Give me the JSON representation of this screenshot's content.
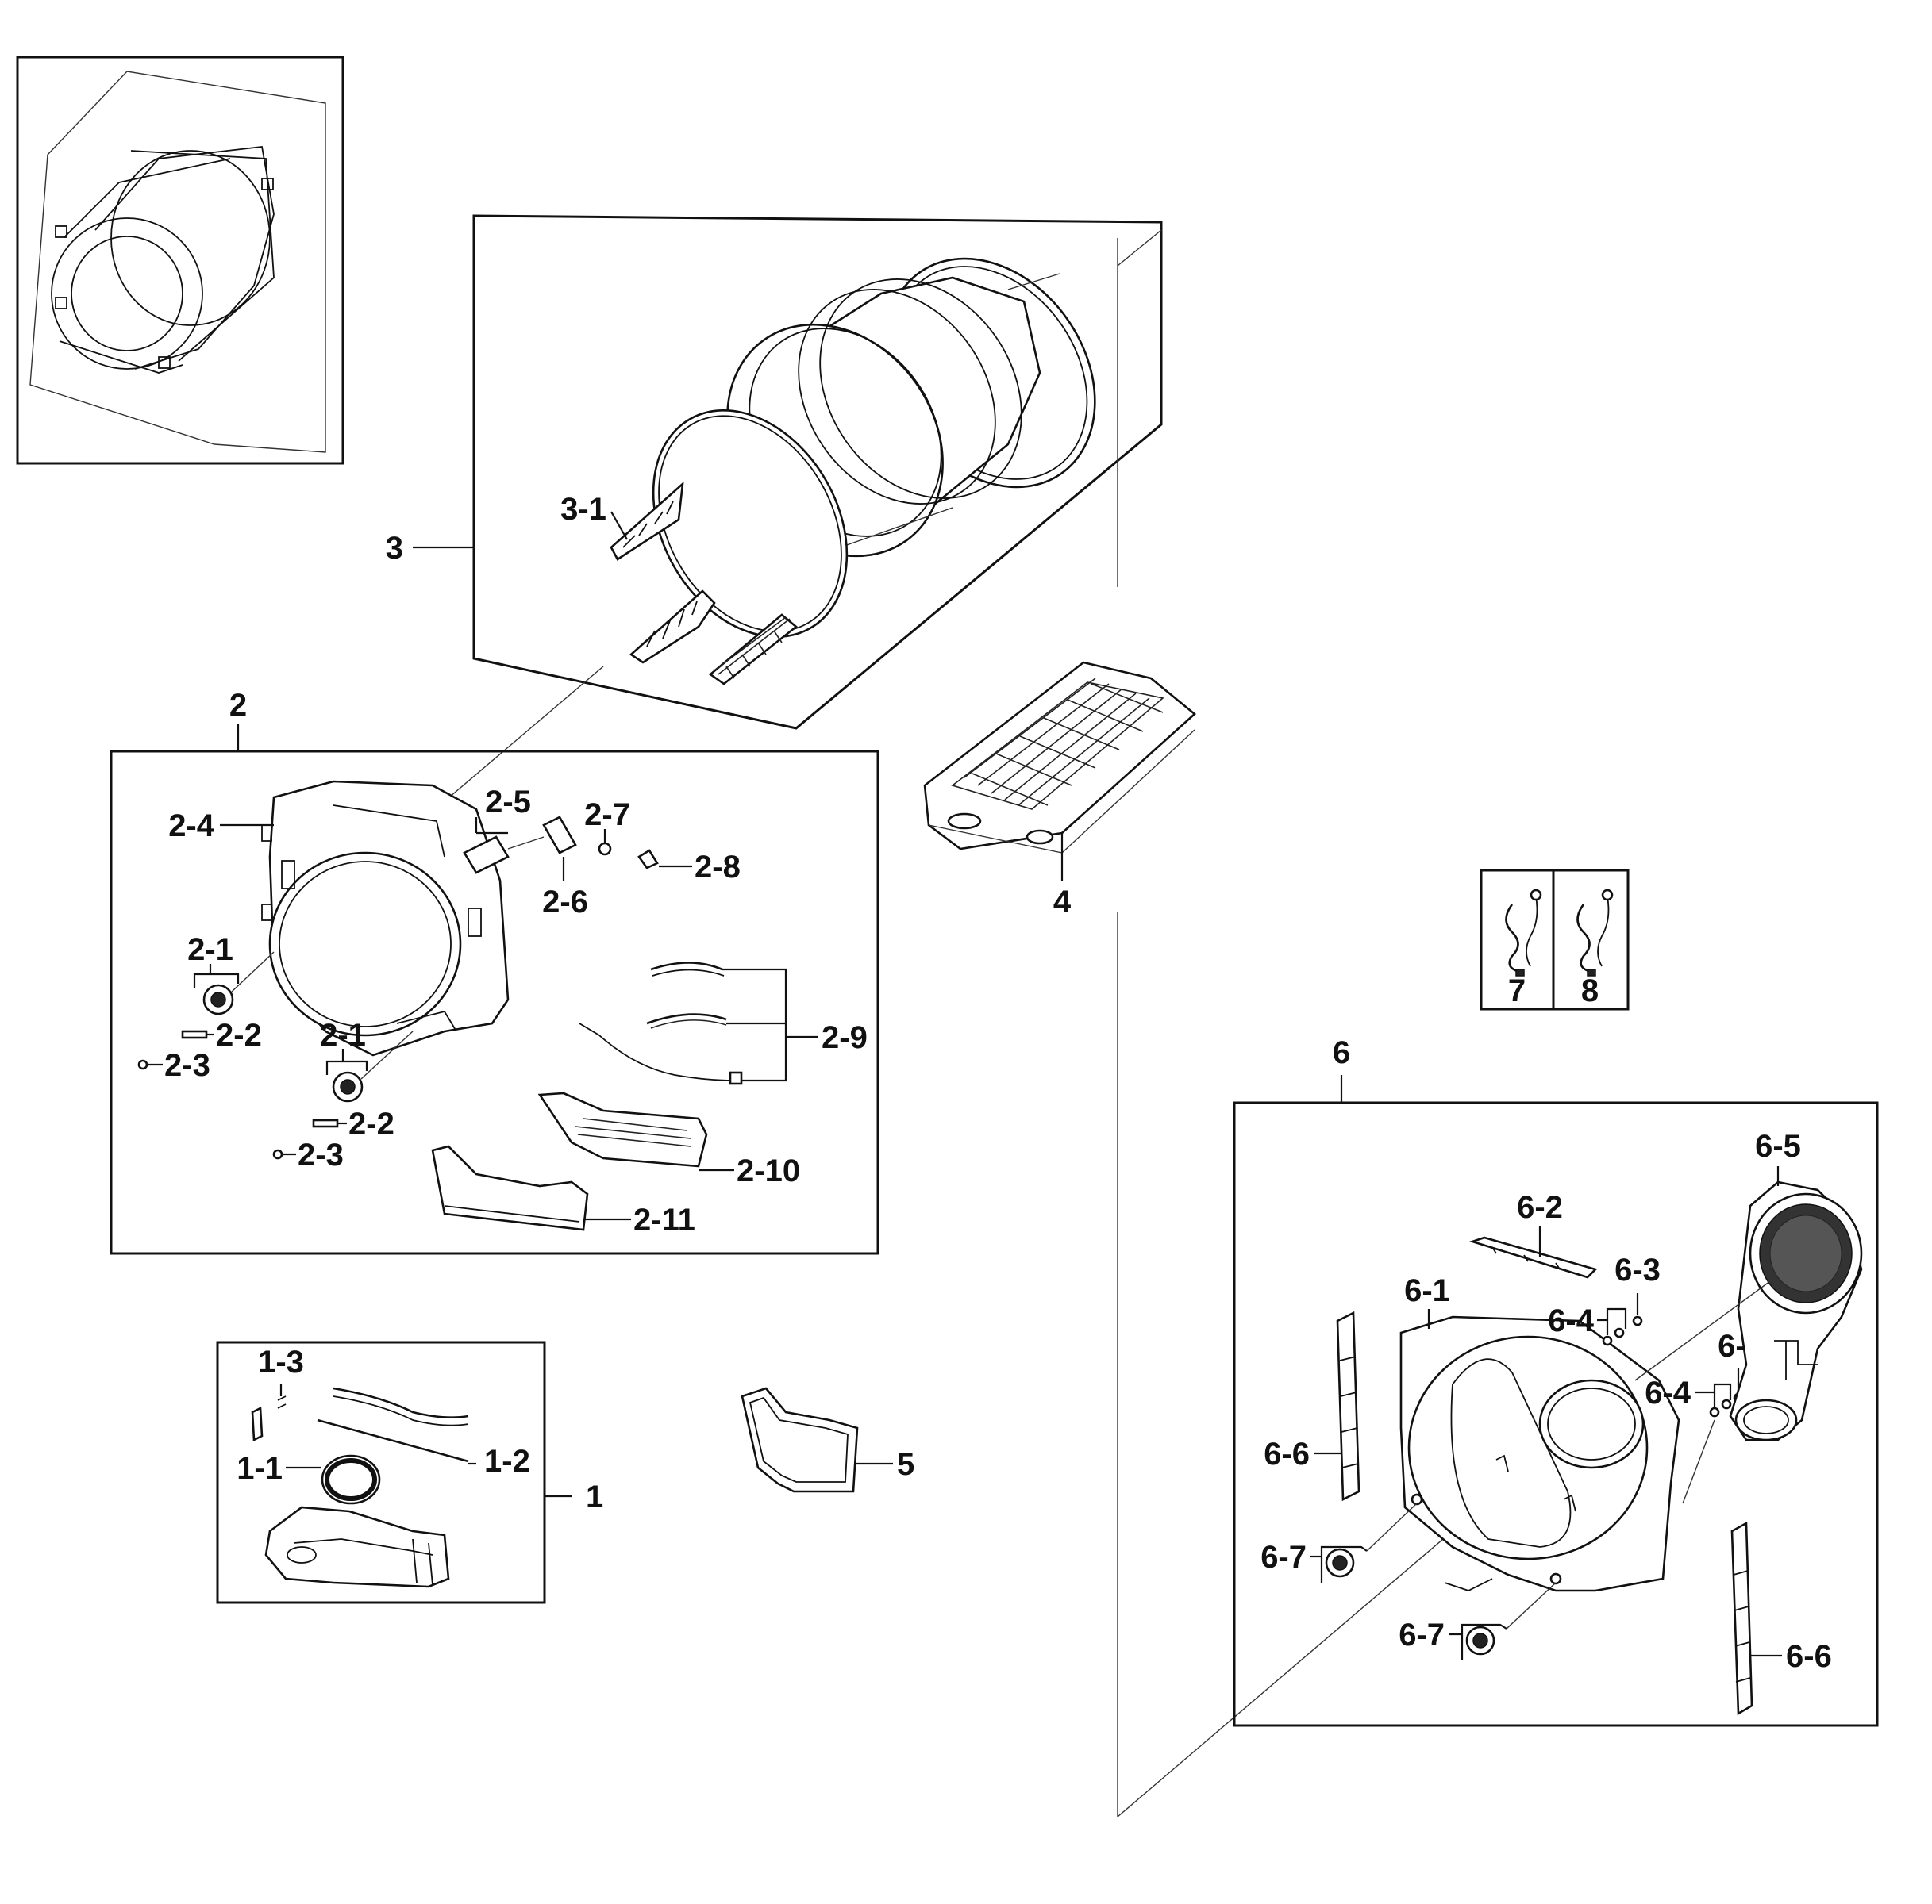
{
  "labels": {
    "l3": "3",
    "l3_1": "3-1",
    "l2": "2",
    "l2_1a": "2-1",
    "l2_2a": "2-2",
    "l2_3a": "2-3",
    "l2_1b": "2-1",
    "l2_2b": "2-2",
    "l2_3b": "2-3",
    "l2_4": "2-4",
    "l2_5": "2-5",
    "l2_6": "2-6",
    "l2_7": "2-7",
    "l2_8": "2-8",
    "l2_9": "2-9",
    "l2_10": "2-10",
    "l2_11": "2-11",
    "l4": "4",
    "l1": "1",
    "l1_1": "1-1",
    "l1_2": "1-2",
    "l1_3": "1-3",
    "l5": "5",
    "l7": "7",
    "l8": "8",
    "l6": "6",
    "l6_1": "6-1",
    "l6_2": "6-2",
    "l6_3a": "6-3",
    "l6_3b": "6-3",
    "l6_4a": "6-4",
    "l6_4b": "6-4",
    "l6_5": "6-5",
    "l6_6a": "6-6",
    "l6_6b": "6-6",
    "l6_7a": "6-7",
    "l6_7b": "6-7"
  }
}
